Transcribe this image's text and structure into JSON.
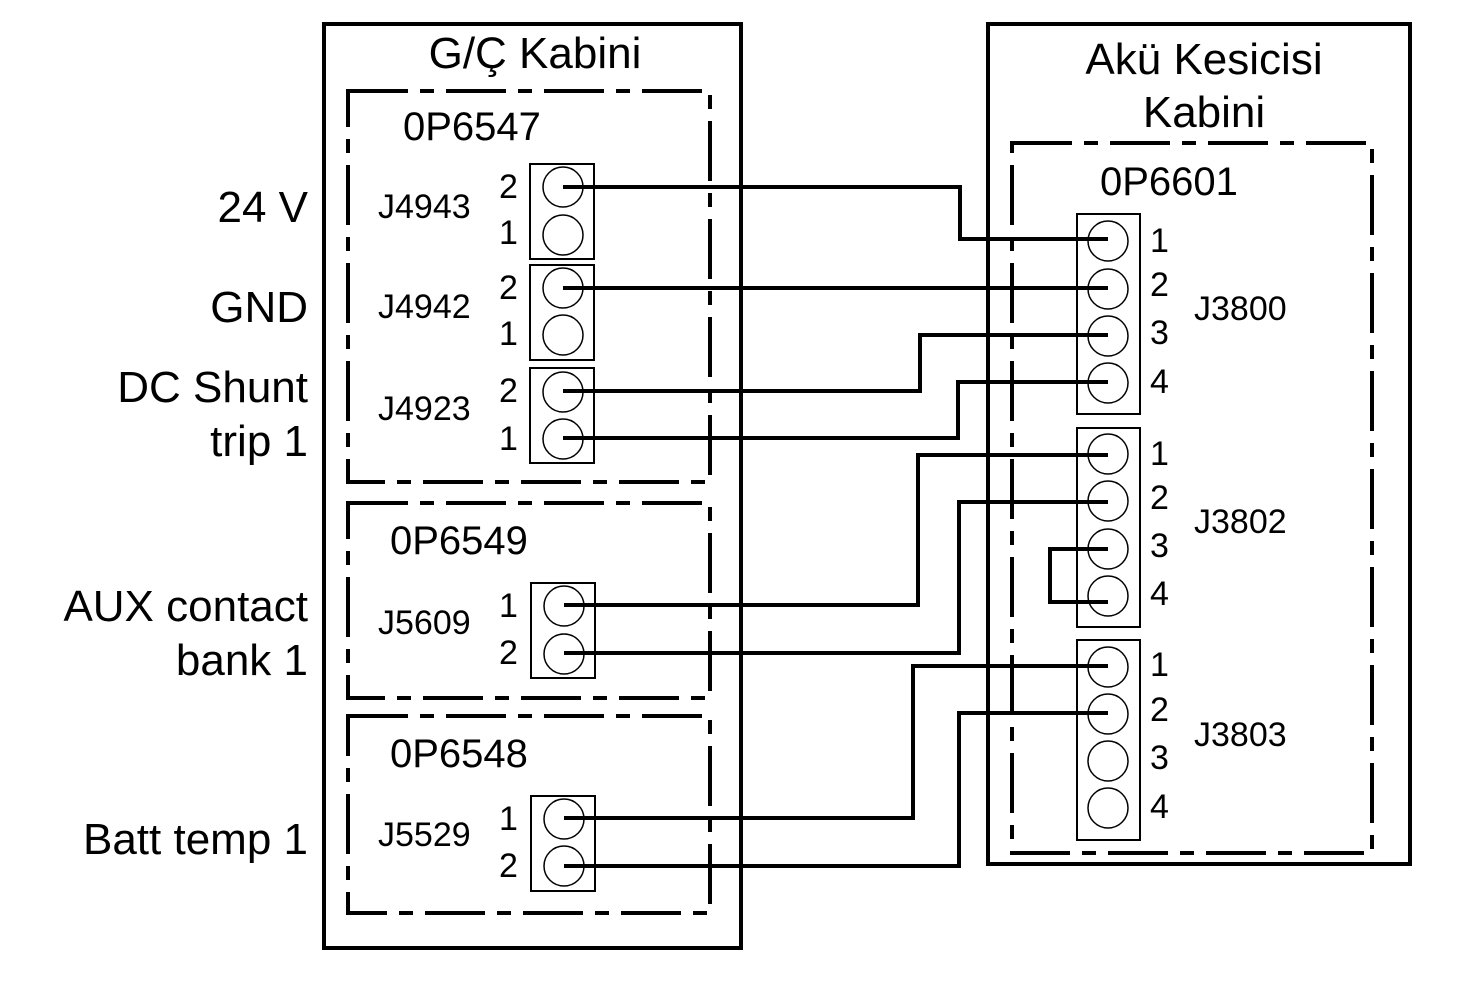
{
  "left_cabinet": {
    "title": "G/Ç Kabini",
    "modules": [
      {
        "name": "0P6547",
        "connectors": [
          {
            "id": "J4943",
            "pins": [
              "2",
              "1"
            ],
            "signal": "24 V"
          },
          {
            "id": "J4942",
            "pins": [
              "2",
              "1"
            ],
            "signal": "GND"
          },
          {
            "id": "J4923",
            "pins": [
              "2",
              "1"
            ],
            "signal_lines": [
              "DC Shunt",
              "trip 1"
            ]
          }
        ]
      },
      {
        "name": "0P6549",
        "connectors": [
          {
            "id": "J5609",
            "pins": [
              "1",
              "2"
            ],
            "signal_lines": [
              "AUX contact",
              "bank 1"
            ]
          }
        ]
      },
      {
        "name": "0P6548",
        "connectors": [
          {
            "id": "J5529",
            "pins": [
              "1",
              "2"
            ],
            "signal": "Batt temp 1"
          }
        ]
      }
    ]
  },
  "right_cabinet": {
    "title_lines": [
      "Akü Kesicisi",
      "Kabini"
    ],
    "module": {
      "name": "0P6601",
      "connectors": [
        {
          "id": "J3800",
          "pins": [
            "1",
            "2",
            "3",
            "4"
          ]
        },
        {
          "id": "J3802",
          "pins": [
            "1",
            "2",
            "3",
            "4"
          ]
        },
        {
          "id": "J3803",
          "pins": [
            "1",
            "2",
            "3",
            "4"
          ]
        }
      ]
    }
  },
  "wiring": [
    {
      "from": "J4943-2",
      "to": "J3800-1"
    },
    {
      "from": "J4942-2",
      "to": "J3800-2"
    },
    {
      "from": "J4923-2",
      "to": "J3800-3"
    },
    {
      "from": "J4923-1",
      "to": "J3800-4"
    },
    {
      "from": "J5609-1",
      "to": "J3802-1"
    },
    {
      "from": "J5609-2",
      "to": "J3802-2"
    },
    {
      "from": "J3802-3",
      "to": "J3802-4",
      "type": "jumper"
    },
    {
      "from": "J5529-1",
      "to": "J3803-1"
    },
    {
      "from": "J5529-2",
      "to": "J3803-2"
    }
  ]
}
